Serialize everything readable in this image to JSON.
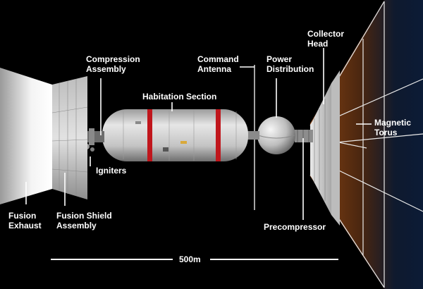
{
  "labels": {
    "fusion_exhaust": [
      "Fusion",
      "Exhaust"
    ],
    "fusion_shield": [
      "Fusion Shield",
      "Assembly"
    ],
    "compression": [
      "Compression",
      "Assembly"
    ],
    "igniters": [
      "Igniters"
    ],
    "habitation": [
      "Habitation Section"
    ],
    "command_antenna": [
      "Command",
      "Antenna"
    ],
    "power_distribution": [
      "Power",
      "Distribution"
    ],
    "precompressor": [
      "Precompressor"
    ],
    "collector_head": [
      "Collector",
      "Head"
    ],
    "magnetic_torus": [
      "Magnetic",
      "Torus"
    ]
  },
  "scale": {
    "label": "500m"
  },
  "colors": {
    "background": "#000000",
    "hull": "#cfcfcf",
    "stripe": "#c0161c",
    "torus_warm": "#7a3a0c",
    "torus_cool": "#0b1b36",
    "label": "#ffffff"
  }
}
